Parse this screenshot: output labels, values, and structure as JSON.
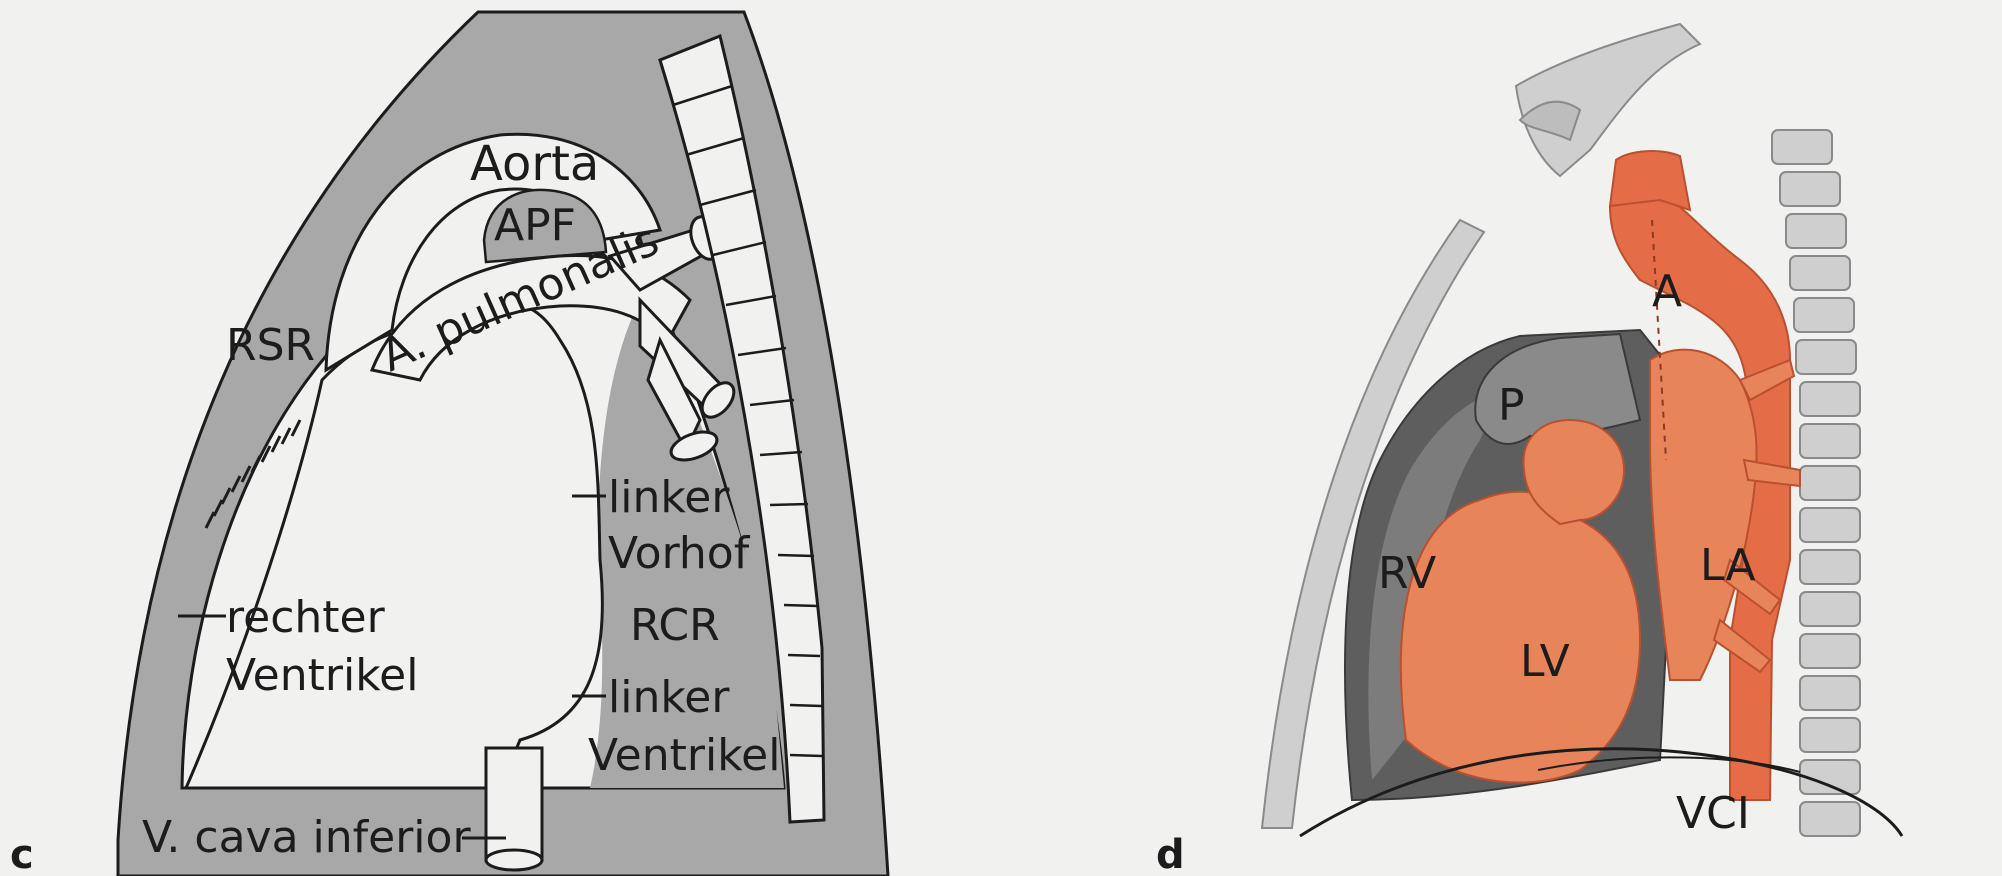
{
  "colors": {
    "background": "#f1f1ef",
    "gray_shade": "#a8a8a8",
    "dark_gray": "#5e5e5e",
    "outline": "#1c1c1c",
    "heart_orange": "#e8845a",
    "vessel_red": "#e46d48",
    "spine_light": "#cfcfcf"
  },
  "panel_c": {
    "letter": "c",
    "labels": {
      "aorta": "Aorta",
      "apf": "APF",
      "a_pulmonalis": "A. pulmonalis",
      "rsr": "RSR",
      "linker_vorhof_1": "linker",
      "linker_vorhof_2": "Vorhof",
      "rcr": "RCR",
      "linker_ventrikel_1": "linker",
      "linker_ventrikel_2": "Ventrikel",
      "rechter_ventrikel_1": "rechter",
      "rechter_ventrikel_2": "Ventrikel",
      "v_cava_inferior": "V. cava inferior"
    }
  },
  "panel_d": {
    "letter": "d",
    "labels": {
      "a": "A",
      "p": "P",
      "rv": "RV",
      "la": "LA",
      "lv": "LV",
      "vci": "VCI"
    }
  }
}
